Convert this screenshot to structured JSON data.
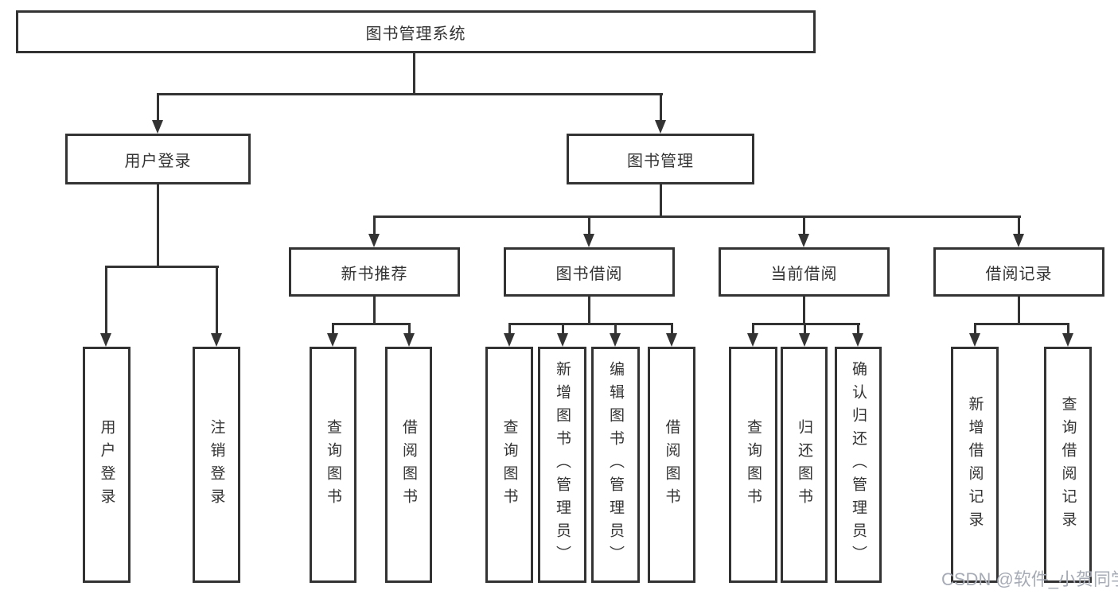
{
  "diagram": {
    "type": "tree",
    "root": {
      "label": "图书管理系统"
    },
    "level2": [
      {
        "id": "user-login",
        "label": "用户登录"
      },
      {
        "id": "book-management",
        "label": "图书管理"
      }
    ],
    "level3": [
      {
        "id": "new-book-recommend",
        "parent": "图书管理",
        "label": "新书推荐"
      },
      {
        "id": "book-borrowing",
        "parent": "图书管理",
        "label": "图书借阅"
      },
      {
        "id": "current-borrowing",
        "parent": "图书管理",
        "label": "当前借阅"
      },
      {
        "id": "borrowing-records",
        "parent": "图书管理",
        "label": "借阅记录"
      }
    ],
    "leaves": [
      {
        "parent": "用户登录",
        "label": "用户登录"
      },
      {
        "parent": "用户登录",
        "label": "注销登录"
      },
      {
        "parent": "新书推荐",
        "label": "查询图书"
      },
      {
        "parent": "新书推荐",
        "label": "借阅图书"
      },
      {
        "parent": "图书借阅",
        "label": "查询图书"
      },
      {
        "parent": "图书借阅",
        "label": "新增图书（管理员）"
      },
      {
        "parent": "图书借阅",
        "label": "编辑图书（管理员）"
      },
      {
        "parent": "图书借阅",
        "label": "借阅图书"
      },
      {
        "parent": "当前借阅",
        "label": "查询图书"
      },
      {
        "parent": "当前借阅",
        "label": "归还图书"
      },
      {
        "parent": "当前借阅",
        "label": "确认归还（管理员）"
      },
      {
        "parent": "借阅记录",
        "label": "新增借阅记录"
      },
      {
        "parent": "借阅记录",
        "label": "查询借阅记录"
      }
    ],
    "colors": {
      "line": "#333333",
      "box_border": "#333333",
      "text": "#333333",
      "background": "#ffffff",
      "watermark": "#a6abb5"
    }
  },
  "watermark": {
    "text": "CSDN @软件_小贺同学"
  }
}
